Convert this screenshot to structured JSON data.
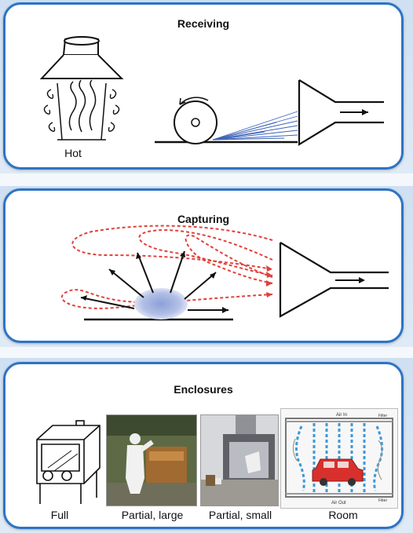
{
  "panels": {
    "receiving": {
      "title": "Receiving",
      "hot_label": "Hot"
    },
    "capturing": {
      "title": "Capturing"
    },
    "enclosures": {
      "title": "Enclosures",
      "items": [
        {
          "label": "Full"
        },
        {
          "label": "Partial, large"
        },
        {
          "label": "Partial, small"
        },
        {
          "label": "Room"
        }
      ],
      "room_diagram_text": {
        "air_in": "Air In",
        "air_out": "Air Out",
        "filter_top": "Filter",
        "filter_bottom": "Filter"
      }
    }
  },
  "colors": {
    "border": "#2d74c4",
    "flow_arrows": "#e0413a",
    "spray": "#3d64b8",
    "room_airflow": "#3a9ad8"
  }
}
